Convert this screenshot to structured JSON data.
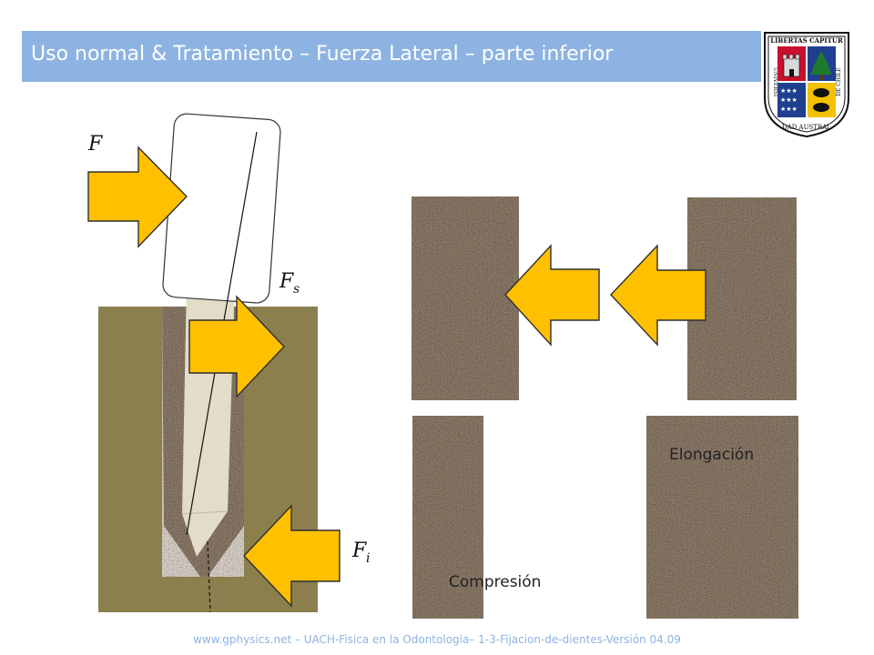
{
  "title": "Uso normal & Tratamiento – Fuerza Lateral – parte inferior",
  "seal": {
    "top_text": "LIBERTAS CAPITUR",
    "left_text": "UNIVERSI",
    "right_text": "DE CHILE",
    "bottom_text": "DAD AUSTRAL",
    "colors": {
      "red": "#c8102e",
      "blue": "#1f3f8f",
      "yellow": "#f2c200",
      "black": "#111111",
      "gold": "#d4a000"
    }
  },
  "labels": {
    "force_main": "F",
    "force_s_base": "F",
    "force_s_sub": "s",
    "force_i_base": "F",
    "force_i_sub": "i",
    "elongation": "Elongación",
    "compression": "Compresión"
  },
  "footer": "www.gphysics.net – UACH-Fisica en la Odontologia– 1-3-Fijacion-de-dientes-Versión 04.09",
  "colors": {
    "arrow_fill": "#ffc000",
    "arrow_stroke": "#2f2f2f",
    "bone": "#8b7f4e",
    "ligament": "#a39585",
    "root": "#e2dcc8",
    "title_bar": "#8db3e2"
  }
}
